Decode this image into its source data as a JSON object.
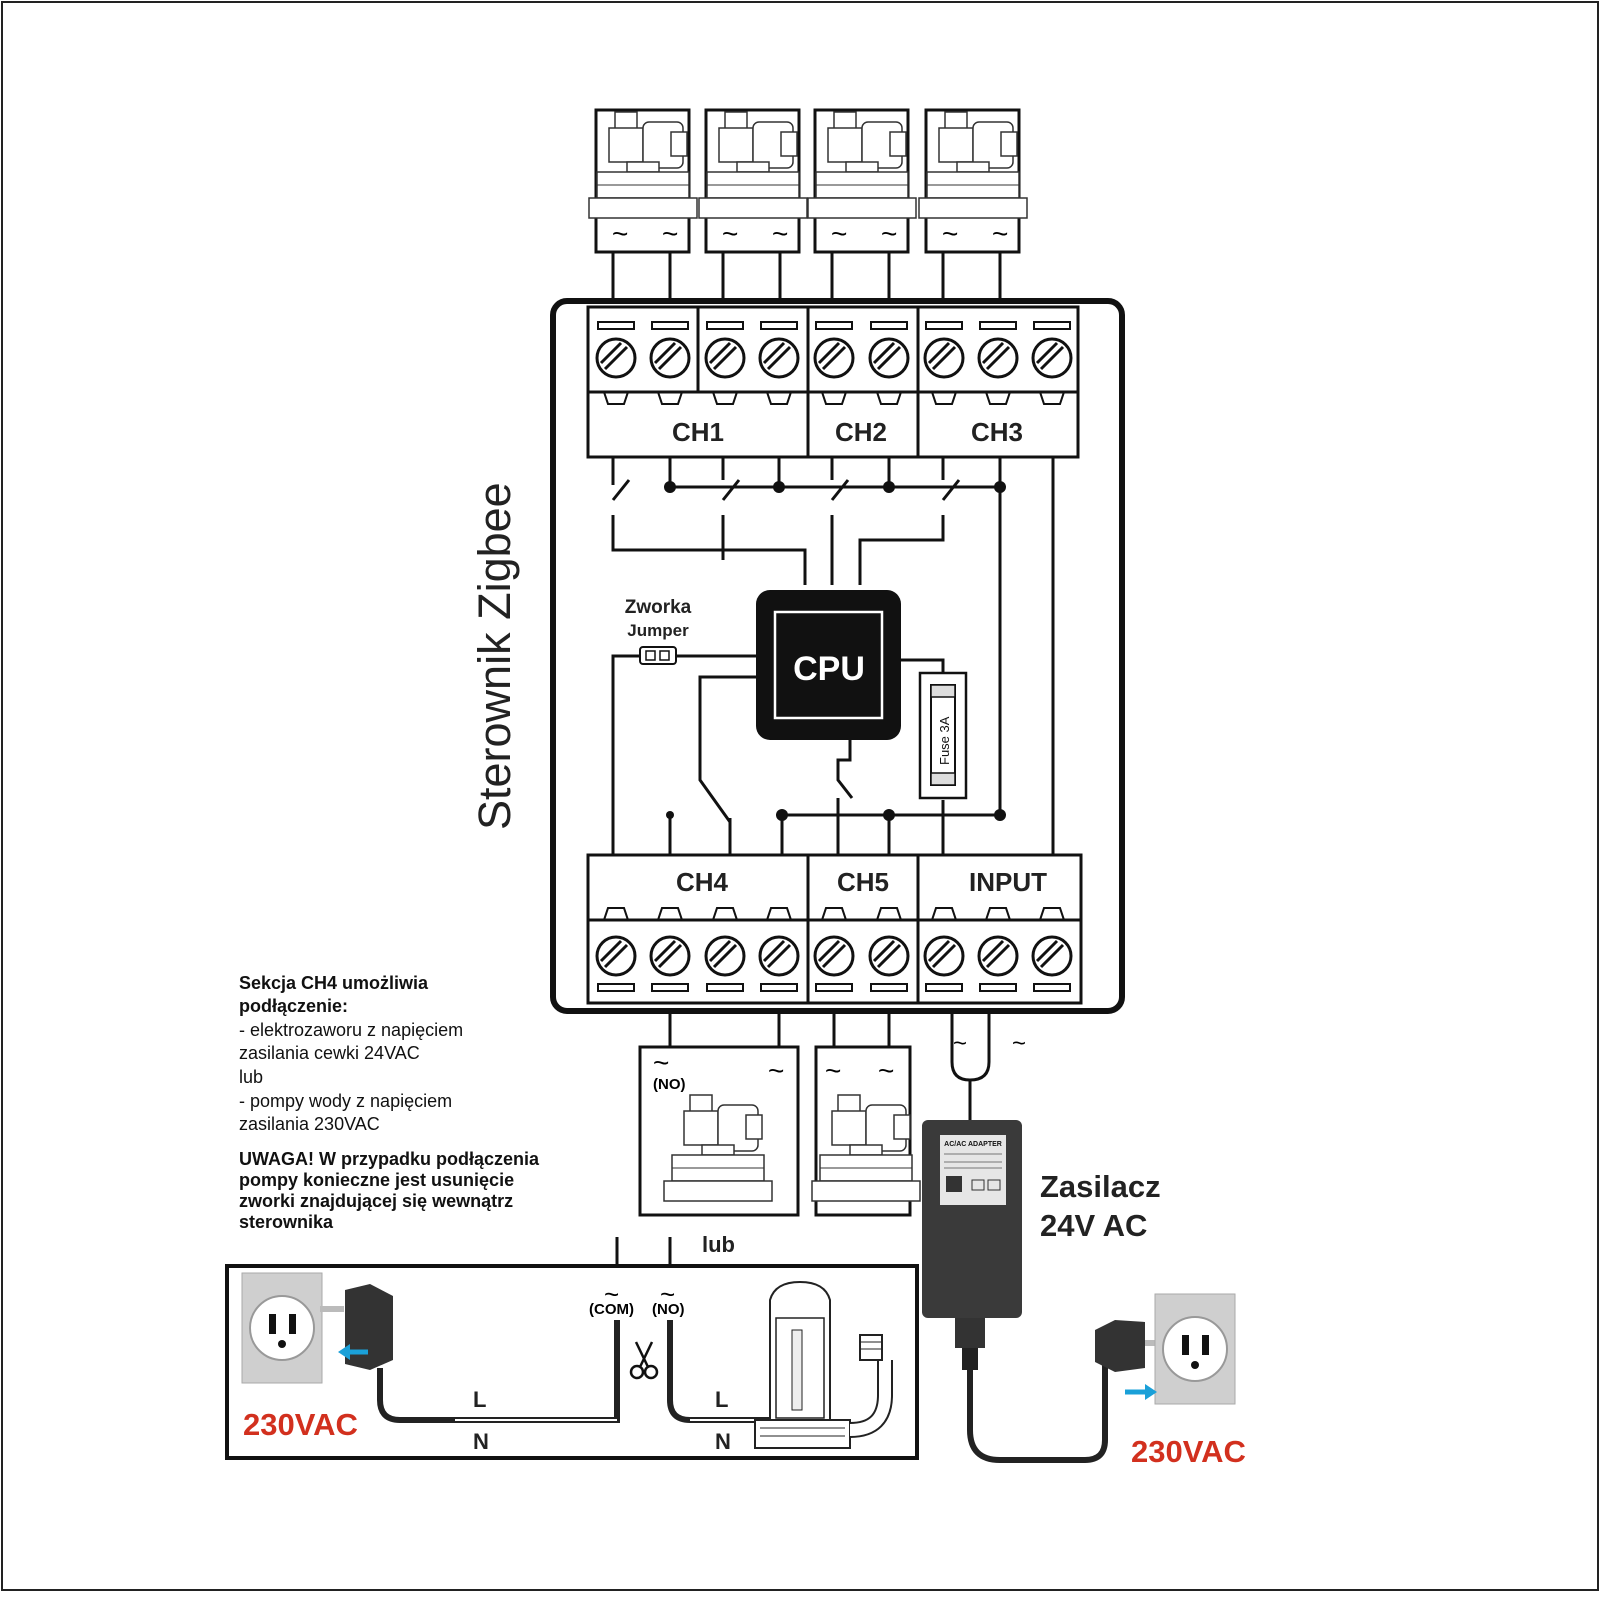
{
  "controller": {
    "title": "Sterownik Zigbee",
    "cpu_label": "CPU",
    "fuse_label": "Fuse 3A",
    "jumper_label_pl": "Zworka",
    "jumper_label_en": "Jumper",
    "top_channels": [
      "CH1",
      "CH2",
      "CH3"
    ],
    "bottom_channels": [
      "CH4",
      "CH5",
      "INPUT"
    ]
  },
  "symbols": {
    "ac": "~",
    "no": "(NO)",
    "com": "(COM)"
  },
  "note": {
    "lines": [
      "Sekcja CH4 umożliwia",
      "podłączenie:",
      "- elektrozaworu z napięciem",
      "zasilania cewki 24VAC",
      "lub",
      "- pompy wody z napięciem",
      "zasilania 230VAC"
    ],
    "warning": [
      "UWAGA! W przypadku podłączenia",
      "pompy konieczne jest usunięcie",
      "zworki znajdującej się wewnątrz",
      "sterownika"
    ]
  },
  "or_label": "lub",
  "power_supply": {
    "title_line1": "Zasilacz",
    "title_line2": "24V AC",
    "adapter_label": "AC/AC ADAPTER",
    "mains_label": "230VAC"
  },
  "pump_panel": {
    "mains_label": "230VAC",
    "line_label": "L",
    "neutral_label": "N"
  },
  "colors": {
    "line": "#111111",
    "mains_red": "#d2301e",
    "arrow_blue": "#1aa0d8",
    "adapter_gray": "#3a3a3a",
    "socket_gray": "#cfcfcf"
  }
}
